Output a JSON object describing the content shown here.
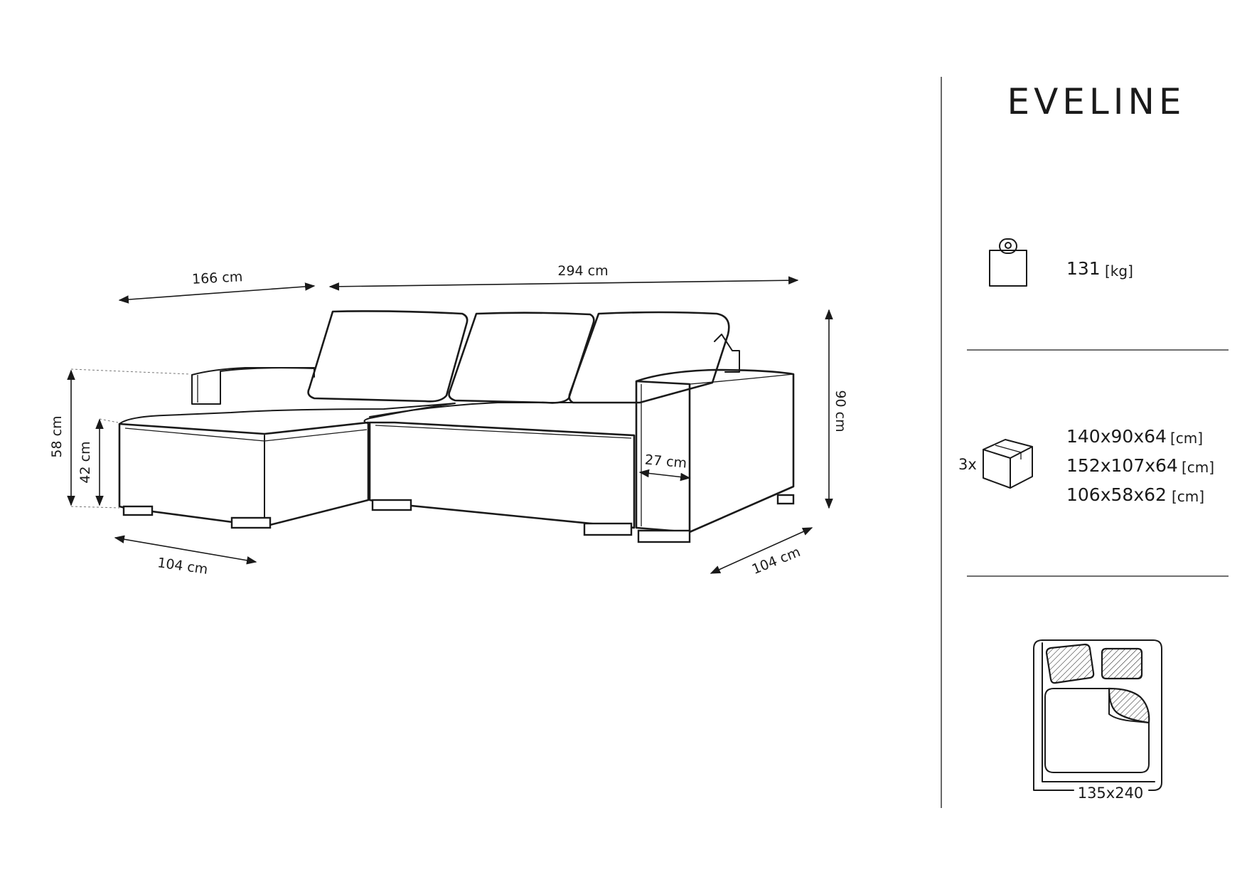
{
  "product": {
    "name": "EVELINE"
  },
  "dimensions": {
    "chaise_length": "166 cm",
    "total_width": "294 cm",
    "total_height": "90 cm",
    "back_height": "58 cm",
    "seat_height": "42 cm",
    "armrest_width": "27 cm",
    "chaise_depth": "104 cm",
    "sofa_depth": "104 cm"
  },
  "weight": {
    "value": "131",
    "unit": "[kg]",
    "icon": "weight-icon"
  },
  "packages": {
    "count_label": "3x",
    "icon": "package-box-icon",
    "items": [
      {
        "size": "140x90x64",
        "unit": "[cm]"
      },
      {
        "size": "152x107x64",
        "unit": "[cm]"
      },
      {
        "size": "106x58x62",
        "unit": "[cm]"
      }
    ]
  },
  "sleeping_area": {
    "size": "135x240",
    "icon": "bed-icon"
  }
}
